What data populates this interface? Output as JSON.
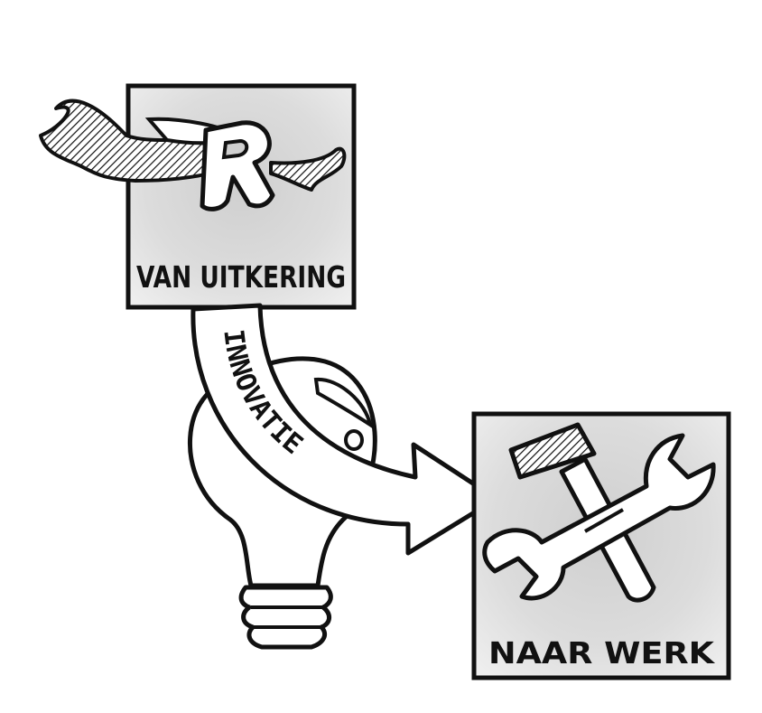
{
  "illustration": {
    "box_from": {
      "label": "VAN UITKERING",
      "icon": "flying-letter-r-icon"
    },
    "box_to": {
      "label": "NAAR WERK",
      "icon": "hammer-and-wrench-icon"
    },
    "arrow": {
      "text": "INNOVATIE",
      "icon": "curved-arrow-icon"
    },
    "background_icon": "light-bulb-icon",
    "colors": {
      "ink": "#111111",
      "box_fill": "#d4d4d4",
      "arrow_fill": "#ffffff",
      "bulb_fill": "#ffffff"
    }
  }
}
